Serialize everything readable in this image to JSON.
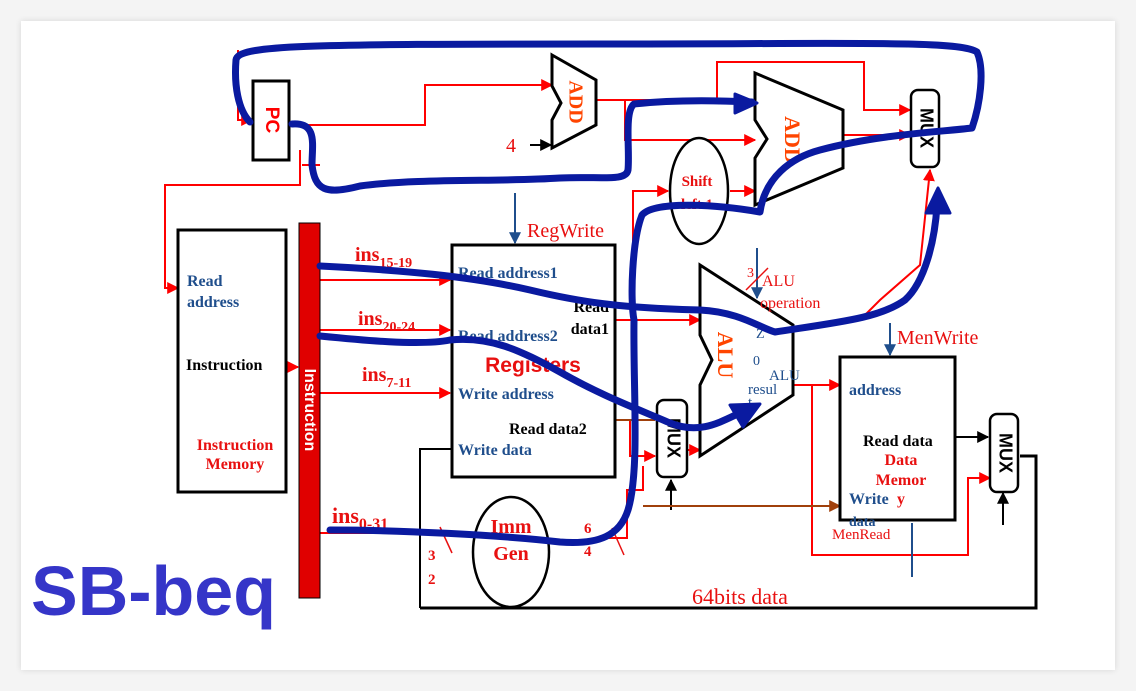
{
  "title": "SB-beq",
  "pc": {
    "label": "PC"
  },
  "add1": {
    "label": "ADD",
    "const": "4"
  },
  "add2": {
    "label": "ADD"
  },
  "shift": {
    "line1": "Shift",
    "line2": "left 1"
  },
  "mux_top": {
    "label": "MUX"
  },
  "mux_alu": {
    "label": "MUX"
  },
  "mux_mem": {
    "label": "MUX"
  },
  "instruction_memory": {
    "read_address_l1": "Read",
    "read_address_l2": "address",
    "instruction": "Instruction",
    "name_l1": "Instruction",
    "name_l2": "Memory"
  },
  "instruction_bus": {
    "label": "Instruction"
  },
  "fields": {
    "f1": {
      "base": "ins",
      "sub": "15-19"
    },
    "f2": {
      "base": "ins",
      "sub": "20-24"
    },
    "f3": {
      "base": "ins",
      "sub": "7-11"
    },
    "f4": {
      "base": "ins",
      "sub": "0-31"
    }
  },
  "registers": {
    "name": "Registers",
    "read_address1": "Read address1",
    "read_address2": "Read address2",
    "read_data1_l1": "Read",
    "read_data1_l2": "data1",
    "write_address": "Write address",
    "read_data2": "Read data2",
    "write_data": "Write data"
  },
  "reg_write": "RegWrite",
  "alu": {
    "label": "ALU",
    "op_bits": "3",
    "op_l1": "ALU",
    "op_l2": "operation",
    "zero_l1": "Z",
    "zero_l2": "0",
    "result_l1": "ALU",
    "result_l2": "resul",
    "result_l3": "t"
  },
  "imm_gen": {
    "line1": "Imm",
    "line2": "Gen",
    "in_bits_l1": "3",
    "in_bits_l2": "2",
    "out_bits_l1": "6",
    "out_bits_l2": "4"
  },
  "data_memory": {
    "address": "address",
    "read_data": "Read data",
    "name_l1": "Data",
    "name_l2": "Memor",
    "name_l3": "y",
    "write_l1": "Write",
    "write_l2": "data"
  },
  "mem_write": "MenWrite",
  "mem_read": "MenRead",
  "bus_label": "64bits data",
  "colors": {
    "wire": "#ff0000",
    "label_red": "#e81010",
    "label_blue": "#1f4e8c",
    "highlight": "#0a1aa0",
    "title": "#3535c8",
    "brown": "#a0400b"
  }
}
